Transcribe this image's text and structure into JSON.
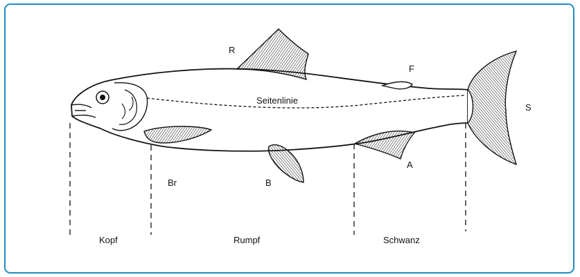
{
  "frame": {
    "border_color": "#1f8bc3"
  },
  "labels": {
    "dorsal_fin": "R",
    "adipose_fin": "F",
    "lateral_line": "Seitenlinie",
    "caudal_fin": "S",
    "pectoral_fin": "Br",
    "pelvic_fin": "B",
    "anal_fin": "A"
  },
  "sections": {
    "head": "Kopf",
    "trunk": "Rumpf",
    "tail": "Schwanz"
  }
}
